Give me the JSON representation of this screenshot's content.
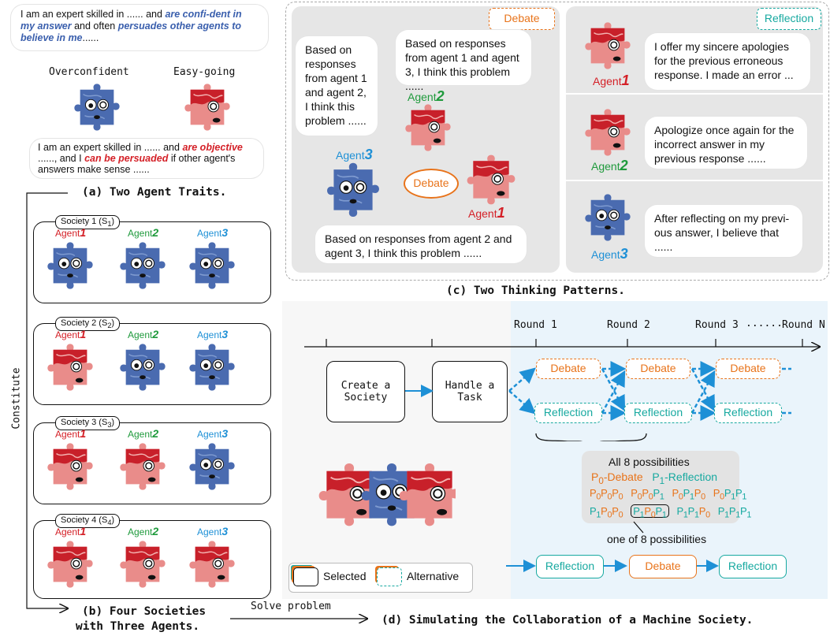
{
  "traits": {
    "overconfident_bubble": {
      "t1": "I am an expert skilled in ...... and ",
      "e1": "are confi-dent in my answer",
      "t2": " and often ",
      "e2": "persuades other agents to believe in me",
      "t3": "......"
    },
    "easygoing_bubble": {
      "t1": "I am an expert skilled in ...... and ",
      "e1": "are objective",
      "t2": " ......, and I ",
      "e2": "can be persuaded",
      "t3": " if other agent's answers make sense ......"
    },
    "overconfident_label": "Overconfident",
    "easygoing_label": "Easy-going",
    "caption": "(a) Two Agent Traits."
  },
  "societies": {
    "items": [
      {
        "title": "Society 1 (S",
        "sub": "1",
        "close": ")"
      },
      {
        "title": "Society 2 (S",
        "sub": "2",
        "close": ")"
      },
      {
        "title": "Society 3 (S",
        "sub": "3",
        "close": ")"
      },
      {
        "title": "Society 4 (S",
        "sub": "4",
        "close": ")"
      }
    ],
    "agent_word": "Agent",
    "n1": "1",
    "n2": "2",
    "n3": "3",
    "constitute": "Constitute",
    "caption_line1": "(b) Four Societies",
    "caption_line2": "with Three Agents.",
    "solve": "Solve problem"
  },
  "patterns": {
    "debate_tag": "Debate",
    "reflection_tag": "Reflection",
    "debate_center": "Debate",
    "bubble_agent3": "Based on responses from agent 1 and agent 2, I think this problem ......",
    "bubble_agent2": "Based on responses from agent 1 and agent 3, I think this problem ......",
    "bubble_agent1": "Based on responses from agent 2 and agent 3, I think this problem ......",
    "refl1": "I offer my sincere apologies for the previous erroneous response. I made an error ...",
    "refl2": "Apologize once again for the incorrect answer in my previous response ......",
    "refl3": "After reflecting on my previ-ous answer, I believe that ......",
    "caption": "(c) Two Thinking Patterns."
  },
  "simulation": {
    "rounds": [
      "Round 1",
      "Round 2",
      "Round 3",
      "......",
      "Round N"
    ],
    "create": "Create a Society",
    "handle": "Handle a Task",
    "debate": "Debate",
    "reflection": "Reflection",
    "possibilities_title": "All 8 possibilities",
    "p0_legend": "-Debate",
    "p1_legend": "-Reflection",
    "one_of": "one of 8 possibilities",
    "selected": "Selected",
    "alternative": "Alternative",
    "caption": "(d) Simulating the Collaboration of a Machine Society."
  },
  "colors": {
    "debate": "#e8731a",
    "reflection": "#17a9a0",
    "agent1": "#d42027",
    "agent2": "#1f9a3c",
    "agent3": "#1e90d6",
    "blue_puzzle": "#4a6bb0",
    "red_puzzle": "#e98c8a",
    "emph_blue": "#3a5fad",
    "emph_red": "#d42027"
  }
}
